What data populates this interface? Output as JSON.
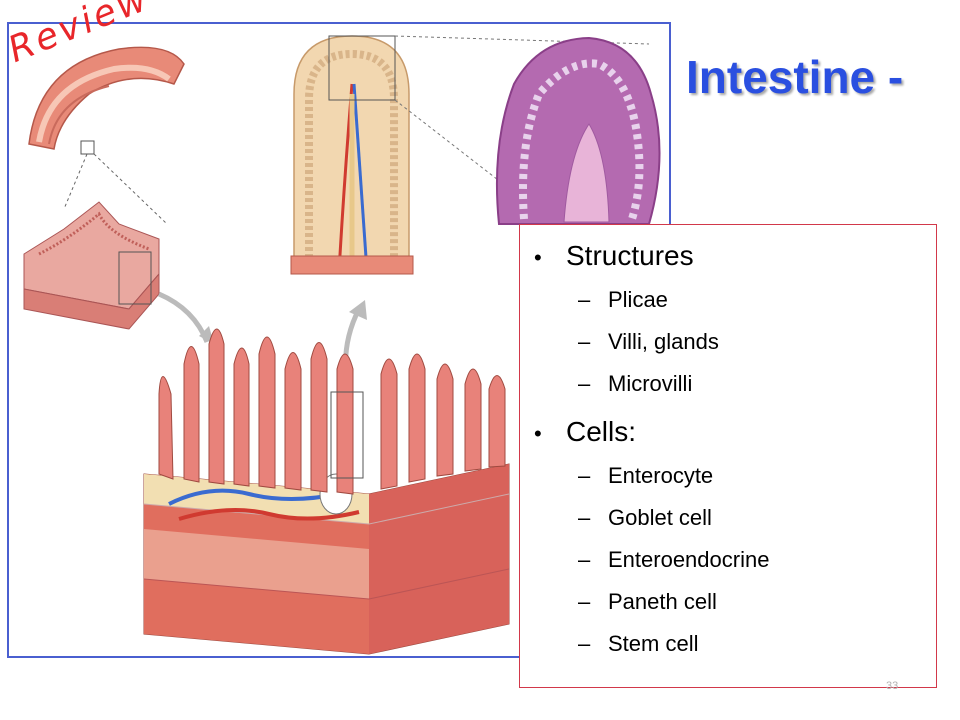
{
  "stamp": {
    "text": "Review"
  },
  "title": "Intestine -",
  "bullets": [
    {
      "label": "Structures",
      "children": [
        "Plicae",
        "Villi, glands",
        "Microvilli"
      ]
    },
    {
      "label": "Cells:",
      "children": [
        "Enterocyte",
        "Goblet cell",
        "Enteroendocrine",
        "Paneth cell",
        "Stem cell"
      ]
    }
  ],
  "page_number": "33",
  "colors": {
    "title": "#2a4fe0",
    "frame_border": "#4a5fd0",
    "content_border": "#d2384a",
    "stamp": "#e8262a"
  }
}
